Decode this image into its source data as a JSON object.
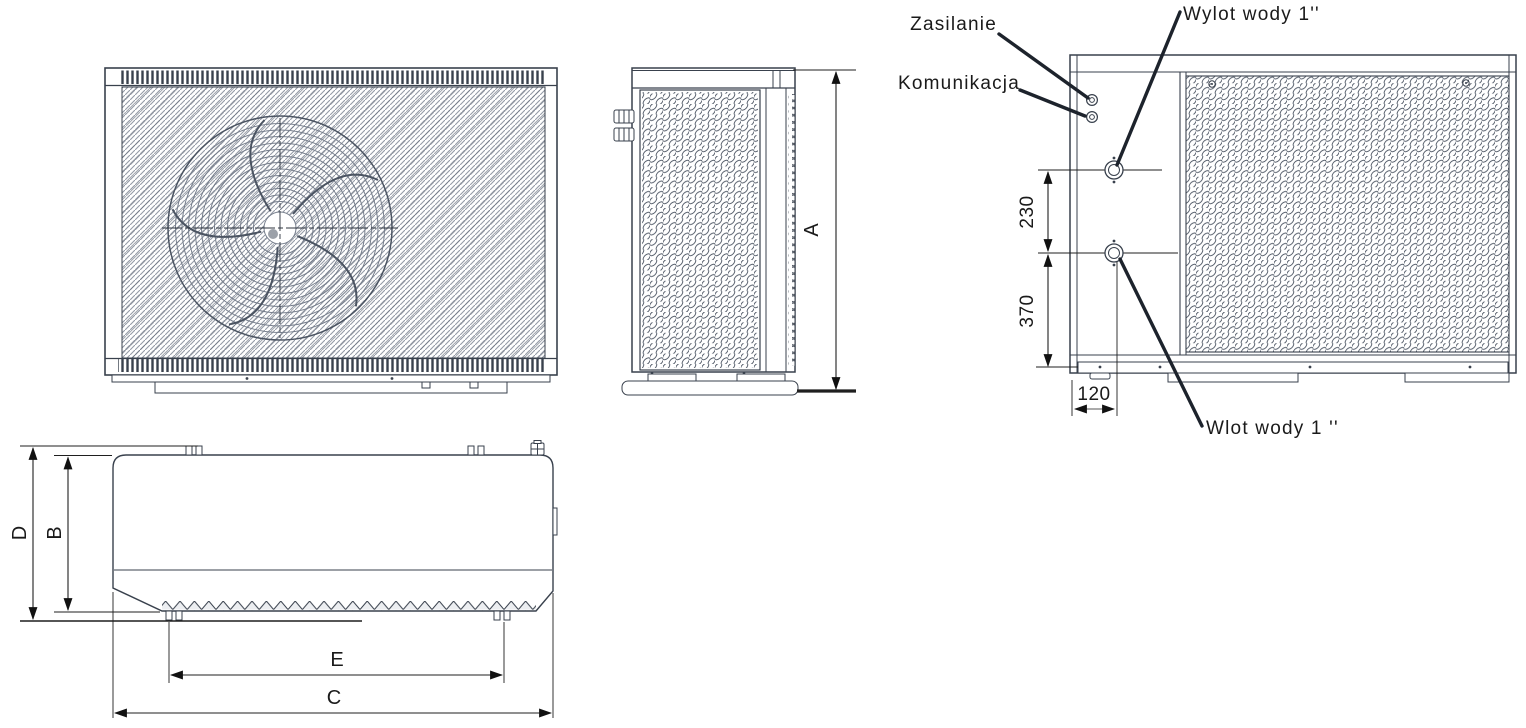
{
  "diagram": {
    "title_context": "heat-pump-dimensional-drawing",
    "connection_labels": {
      "power": "Zasilanie",
      "communication": "Komunikacja",
      "water_outlet": "Wylot wody 1''",
      "water_inlet": "Wlot wody 1 ''"
    },
    "dimensions_mm": {
      "outlet_to_inlet": "230",
      "inlet_to_base": "370",
      "edge_to_pipe_axis": "120"
    },
    "dimension_letters": {
      "height": "A",
      "depth_body": "B",
      "width_total": "C",
      "depth_total": "D",
      "feet_spacing": "E"
    },
    "colors": {
      "line": "#39414d",
      "hatch": "#949aa6",
      "text": "#1a1a1a",
      "arrow": "#111111"
    }
  }
}
